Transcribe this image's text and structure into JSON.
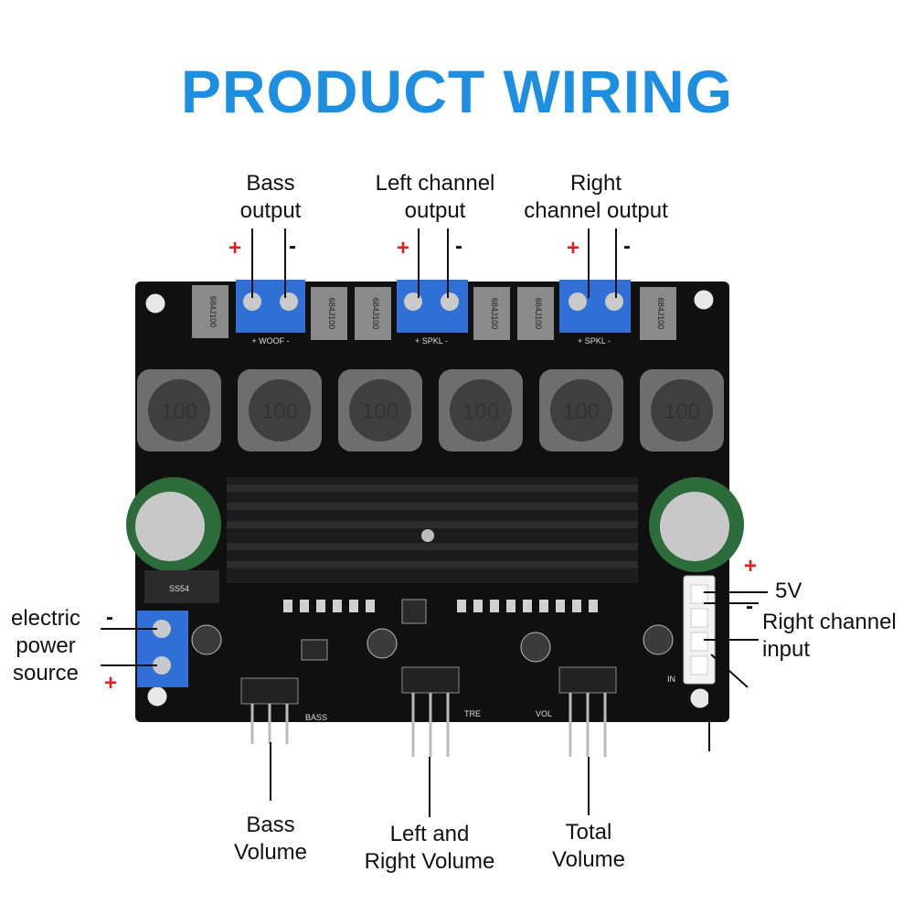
{
  "title": "PRODUCT WIRING",
  "labels": {
    "bass_output": [
      "Bass",
      "output"
    ],
    "left_output": [
      "Left channel",
      "output"
    ],
    "right_output": [
      "Right",
      "channel output"
    ],
    "power": [
      "electric",
      "power",
      "source"
    ],
    "five_v": "5V",
    "right_input": [
      "Right channel",
      "input"
    ],
    "bass_volume": [
      "Bass",
      "Volume"
    ],
    "lr_volume": [
      "Left and",
      "Right Volume"
    ],
    "total_volume": [
      "Total",
      "Volume"
    ]
  },
  "symbols": {
    "plus": "+",
    "minus": "-"
  },
  "silkscreen": {
    "woof": "+ WOOF -",
    "spkl1": "+ SPKL -",
    "spkl2": "+ SPKL -",
    "bass": "BASS",
    "tre": "TRE",
    "vol": "VOL",
    "in": "IN",
    "ss54": "SS54",
    "cap_code": "684J100",
    "inductor_code": "100"
  },
  "colors": {
    "title": "#1e8fe0",
    "plus": "#e51c1c",
    "terminal": "#2f6fd6",
    "board": "#101010"
  }
}
